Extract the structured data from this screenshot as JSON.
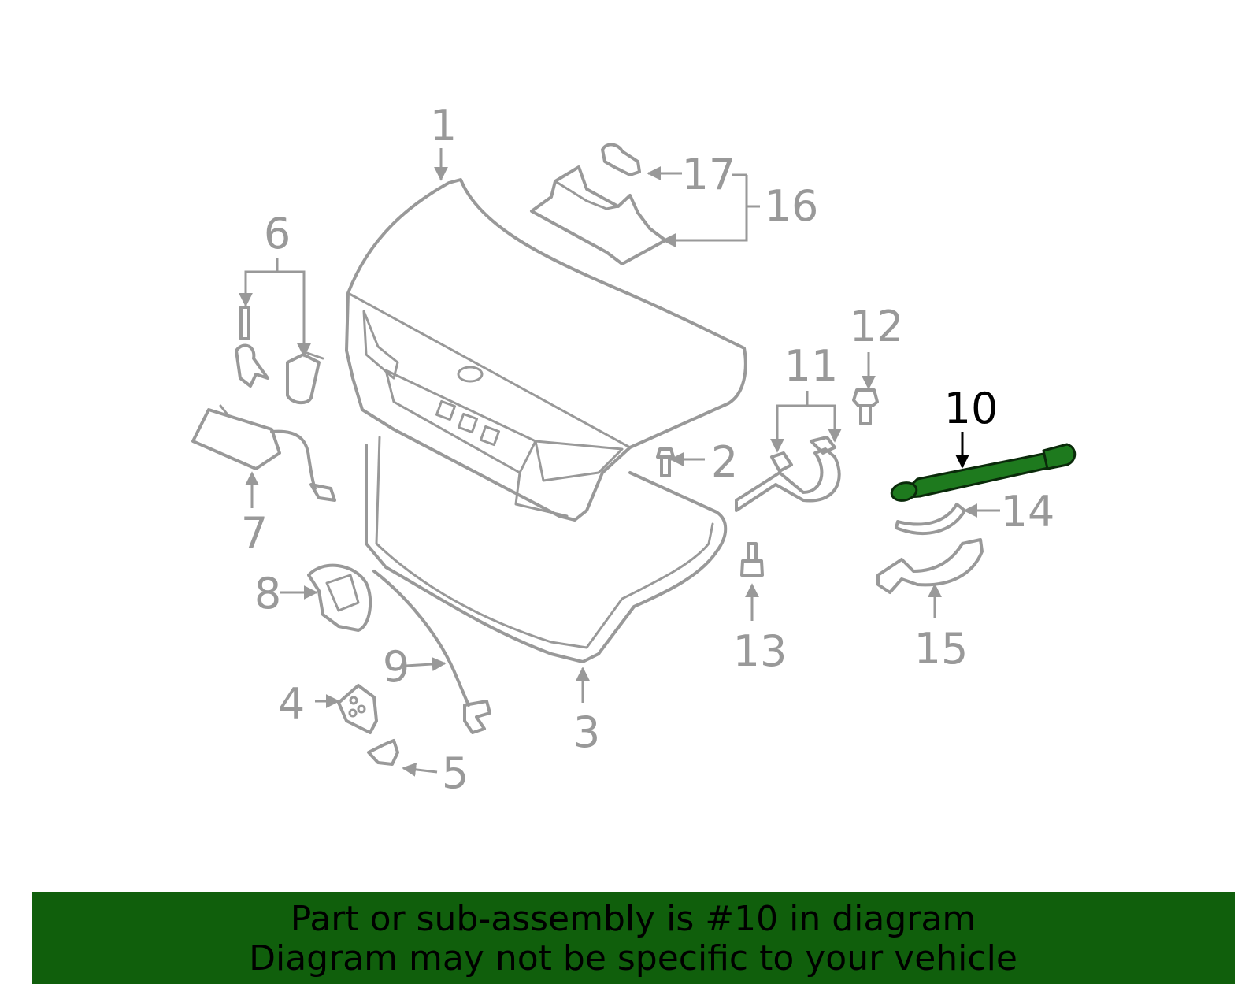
{
  "diagram": {
    "highlighted_part": "10",
    "highlight_color": "#1e7a1e",
    "banner_color": "#105f0c",
    "callouts": [
      {
        "id": "1",
        "text": "1"
      },
      {
        "id": "2",
        "text": "2"
      },
      {
        "id": "3",
        "text": "3"
      },
      {
        "id": "4",
        "text": "4"
      },
      {
        "id": "5",
        "text": "5"
      },
      {
        "id": "6",
        "text": "6"
      },
      {
        "id": "7",
        "text": "7"
      },
      {
        "id": "8",
        "text": "8"
      },
      {
        "id": "9",
        "text": "9"
      },
      {
        "id": "10",
        "text": "10"
      },
      {
        "id": "11",
        "text": "11"
      },
      {
        "id": "12",
        "text": "12"
      },
      {
        "id": "13",
        "text": "13"
      },
      {
        "id": "14",
        "text": "14"
      },
      {
        "id": "15",
        "text": "15"
      },
      {
        "id": "16",
        "text": "16"
      },
      {
        "id": "17",
        "text": "17"
      }
    ]
  },
  "banner": {
    "line1": "Part or sub-assembly is #10 in diagram",
    "line2": "Diagram may not be specific to your vehicle"
  }
}
